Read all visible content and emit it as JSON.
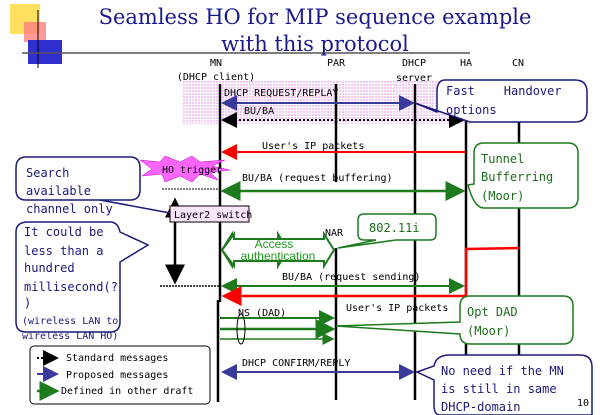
{
  "title": {
    "line1": "Seamless HO for MIP sequence example",
    "line2": "with this protocol"
  },
  "entities": {
    "mn": "MN",
    "mn_sub": "(DHCP client)",
    "par": "PAR",
    "dhcp": "DHCP",
    "dhcp_sub": "server",
    "ha": "HA",
    "cn": "CN",
    "nar": "NAR"
  },
  "messages": {
    "dhcp_request": "DHCP REQUEST/REPLAY",
    "bu_ba": "BU/BA",
    "users_ip_1": "User's IP packets",
    "ho_trigger": "HO trigger",
    "bu_ba_buffering": "BU/BA (request buffering)",
    "layer2_switch": "Layer2 switch",
    "access_auth_1": "Access",
    "access_auth_2": "authentication",
    "bu_ba_sending": "BU/BA (request sending)",
    "users_ip_2": "User's IP packets",
    "ns_dad": "NS (DAD)",
    "dhcp_confirm": "DHCP CONFIRM/REPLY"
  },
  "callouts": {
    "fast_handover": [
      "Fast    Handover",
      "options"
    ],
    "tunnel": [
      "Tunnel",
      "Bufferring",
      "(Moor)"
    ],
    "search": [
      "Search",
      "available",
      "channel only"
    ],
    "dot11i": "802.11i",
    "less_than": [
      "It could be",
      "less than a",
      "hundred",
      "millisecond(?",
      ")",
      "(wireless LAN to",
      "wireless LAN HO)"
    ],
    "opt_dad": [
      "Opt DAD",
      "(Moor)"
    ],
    "no_need": [
      "No need if the MN",
      "is still in same",
      "DHCP-domain"
    ]
  },
  "legend": {
    "items": [
      {
        "label": "Standard messages",
        "color": "#000000",
        "style": "dotted"
      },
      {
        "label": "Proposed messages",
        "color": "#3a3a9a",
        "style": "solid"
      },
      {
        "label": "Defined in other draft",
        "color": "#1d7a1d",
        "style": "solid"
      }
    ]
  },
  "page_number": "10",
  "colors": {
    "blue": "#3a3a9a",
    "green": "#1d7a1d",
    "red": "#ff0000",
    "title": "#1a1a8c",
    "pink": "#ff66ff"
  }
}
